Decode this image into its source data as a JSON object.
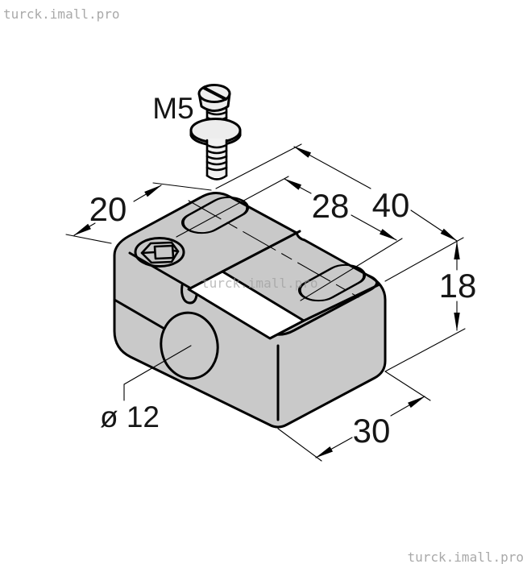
{
  "drawing": {
    "type": "technical-isometric-drawing",
    "subject": "mounting clamp block with M5 screw",
    "labels": {
      "screw_thread": "M5",
      "dim_top_width": "20",
      "dim_slot_spacing": "28",
      "dim_length": "40",
      "dim_height": "18",
      "dim_depth": "30",
      "dim_bore_diameter": "ø 12"
    }
  },
  "watermarks": {
    "top_left": "turck.imall.pro",
    "center": "turck.imall.pro",
    "bottom_right": "turck.imall.pro"
  },
  "colors": {
    "background": "#ffffff",
    "body_fill": "#c9c9c9",
    "screw_fill": "#ededed",
    "label_plate_fill": "#ffffff",
    "line": "#000000",
    "watermark": "#a9a9a9"
  }
}
